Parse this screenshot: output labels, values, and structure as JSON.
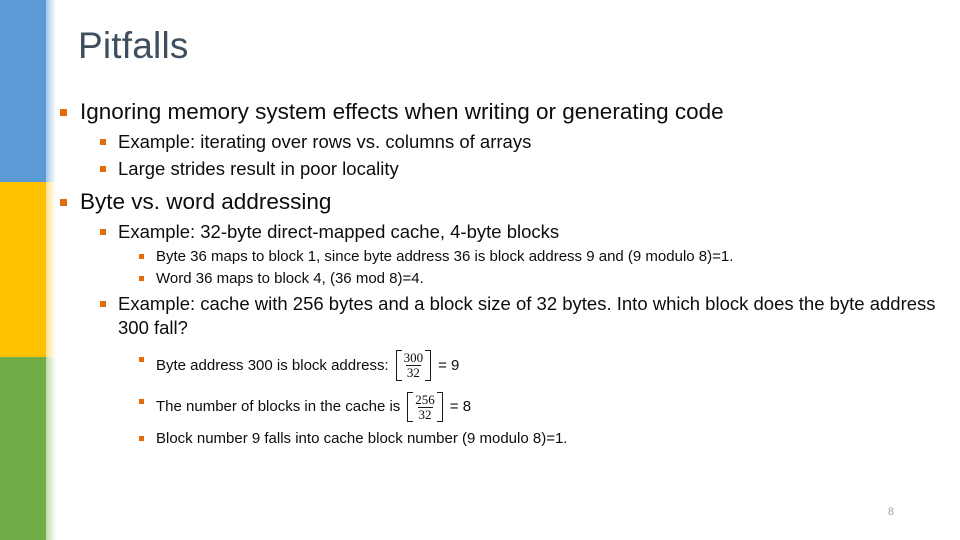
{
  "slide": {
    "title": "Pitfalls",
    "number": "8",
    "title_color": "#3e4e5e",
    "bullet_color": "#e36c0a",
    "text_color": "#0d0d0d",
    "background": "#ffffff"
  },
  "sidebar": {
    "bands": [
      {
        "name": "blue-band",
        "color": "#5b9bd5"
      },
      {
        "name": "amber-band",
        "color": "#ffc000"
      },
      {
        "name": "green-band",
        "color": "#70ad47"
      }
    ]
  },
  "content": {
    "b1": "Ignoring memory system effects when writing or generating code",
    "b1a": "Example: iterating over rows vs. columns of arrays",
    "b1b": "Large strides result in poor locality",
    "b2": "Byte vs. word addressing",
    "b2a": "Example: 32-byte direct-mapped cache, 4-byte blocks",
    "b2a1": "Byte 36 maps to block 1, since byte address 36 is block address 9 and (9 modulo 8)=1.",
    "b2a2": "Word 36 maps to block 4, (36 mod 8)=4.",
    "b2b": "Example: cache with 256 bytes and a block size of 32 bytes. Into which block does the byte address 300 fall?",
    "b2b1_label": "Byte address 300 is block address:",
    "b2b1_num": "300",
    "b2b1_den": "32",
    "b2b1_result": "= 9",
    "b2b2_label": "The number of blocks in the cache is",
    "b2b2_num": "256",
    "b2b2_den": "32",
    "b2b2_result": "= 8",
    "b2b3": "Block number 9 falls into cache block number (9 modulo 8)=1."
  }
}
